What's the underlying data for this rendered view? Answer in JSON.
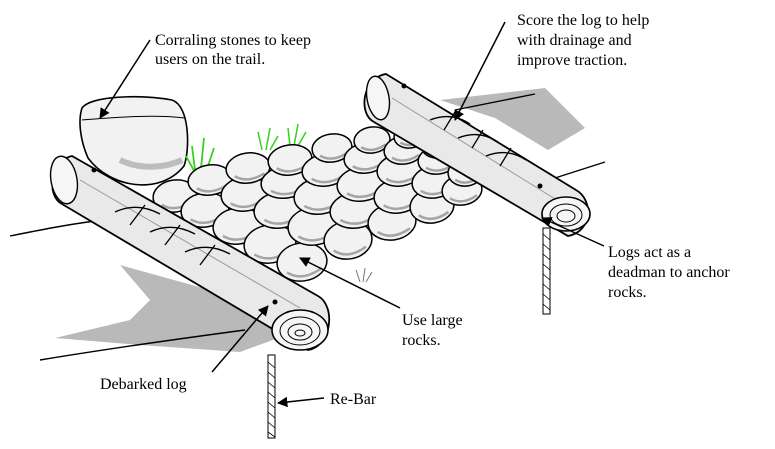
{
  "labels": {
    "corraling_line1": "Corraling stones  to keep",
    "corraling_line2": "users on the trail.",
    "score_line1": "Score the log to help",
    "score_line2": "with drainage and",
    "score_line3": "improve traction.",
    "logs_line1": "Logs act as a",
    "logs_line2": "deadman to anchor",
    "logs_line3": "rocks.",
    "large_line1": "Use large",
    "large_line2": "rocks.",
    "debarked": "Debarked log",
    "rebar": "Re-Bar"
  },
  "colors": {
    "ink": "#000000",
    "shadow": "#b9b9b9",
    "log_fill": "#e9e9e9",
    "rock_fill": "#f2f2f2",
    "grass": "#36d11e",
    "paper": "#ffffff"
  }
}
